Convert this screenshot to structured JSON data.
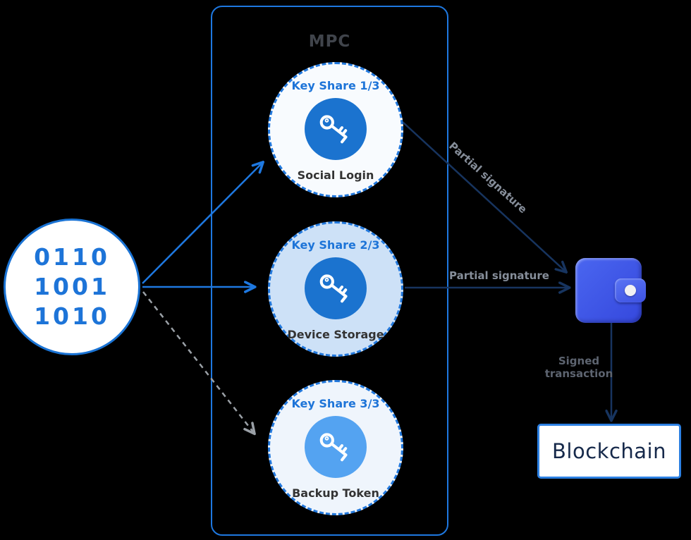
{
  "diagram": {
    "seed": {
      "name": "private-key-binary",
      "lines": [
        "0110",
        "1001",
        "1010"
      ]
    },
    "mpc": {
      "title": "MPC",
      "shares": [
        {
          "label": "Key Share 1/3",
          "sublabel": "Social Login",
          "icon": "key-icon",
          "variant": "light"
        },
        {
          "label": "Key Share 2/3",
          "sublabel": "Device Storage",
          "icon": "key-icon",
          "variant": "blue"
        },
        {
          "label": "Key Share 3/3",
          "sublabel": "Backup Token",
          "icon": "key-icon",
          "variant": "pale"
        }
      ]
    },
    "edges": {
      "partial_signature_top": "Partial signature",
      "partial_signature_mid": "Partial signature",
      "signed_transaction": "Signed transaction"
    },
    "wallet": {
      "icon": "wallet-icon"
    },
    "blockchain": {
      "label": "Blockchain"
    }
  },
  "colors": {
    "accent-blue": "#1e78e0",
    "navy": "#17345f",
    "label-blue": "#1d74d8",
    "inner-blue": "#1b73cf",
    "inner-light-blue": "#54a3f1",
    "fill-light": "#f8fbfe",
    "fill-blue": "#cde1f7",
    "fill-pale": "#eff5fc",
    "wallet-a": "#4a66f0",
    "wallet-b": "#3548dd",
    "blockchain-border": "#2c80e2",
    "blockchain-text": "#16294a",
    "gray-label": "#868e9a",
    "gray-dash": "#9aa0a6",
    "bg": "#000000"
  }
}
